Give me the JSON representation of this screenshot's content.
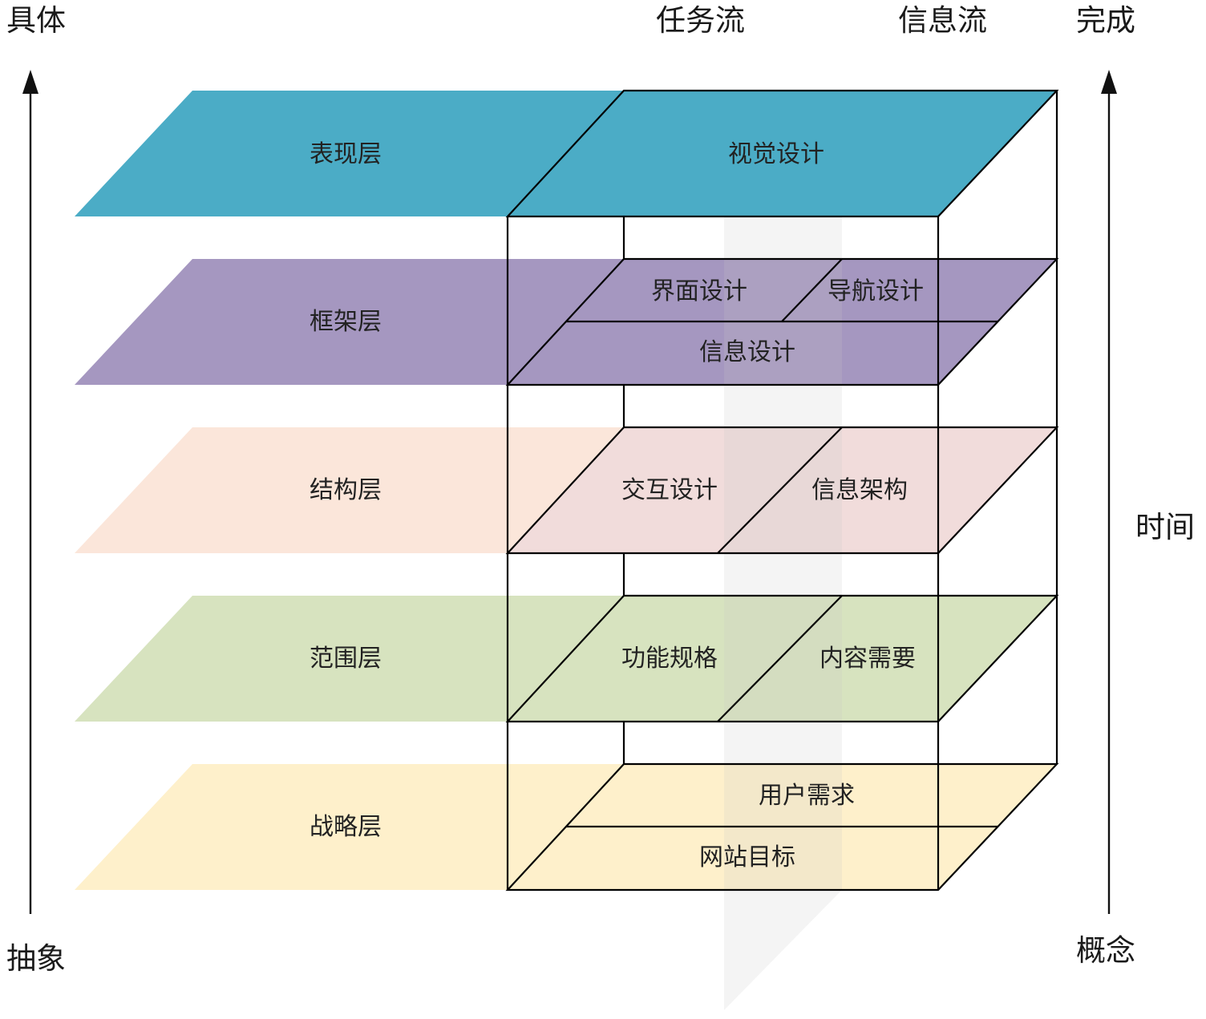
{
  "axes": {
    "left": {
      "top_label": "具体",
      "bottom_label": "抽象"
    },
    "right": {
      "top_label": "完成",
      "bottom_label": "概念",
      "side_label": "时间"
    }
  },
  "columns": {
    "task_flow": "任务流",
    "info_flow": "信息流"
  },
  "planes": [
    {
      "id": "surface",
      "name": "表现层",
      "color": "#4BACC6",
      "parts": [
        "视觉设计"
      ]
    },
    {
      "id": "skeleton",
      "name": "框架层",
      "color": "#A597C0",
      "parts": [
        "界面设计",
        "导航设计",
        "信息设计"
      ]
    },
    {
      "id": "structure",
      "name": "结构层",
      "color": "#FBE6DA",
      "box_color": "#F1DCDB",
      "parts": [
        "交互设计",
        "信息架构"
      ]
    },
    {
      "id": "scope",
      "name": "范围层",
      "color": "#D7E3BF",
      "parts": [
        "功能规格",
        "内容需要"
      ]
    },
    {
      "id": "strategy",
      "name": "战略层",
      "color": "#FEF0CB",
      "parts": [
        "用户需求",
        "网站目标"
      ]
    }
  ]
}
